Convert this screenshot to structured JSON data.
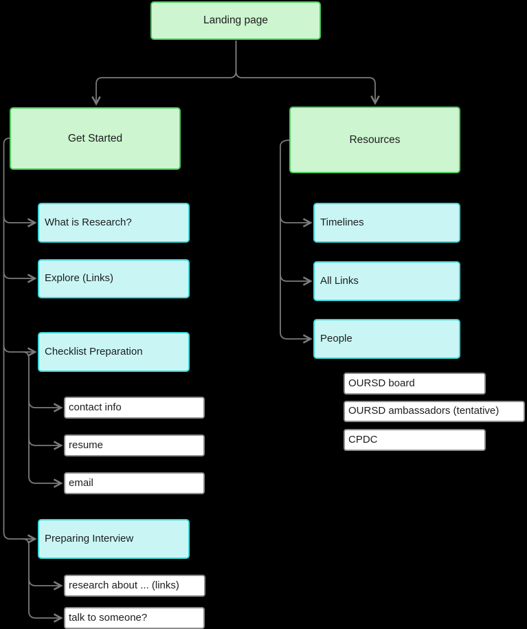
{
  "colors": {
    "background": "#000000",
    "green_fill": "#cdf5cf",
    "green_border": "#4ccb5e",
    "cyan_fill": "#c9f6f4",
    "cyan_border": "#3cd7d9",
    "white_fill": "#ffffff",
    "white_border": "#8c8c8c",
    "connector": "#7b7b7b",
    "text": "#1c1c1e"
  },
  "nodes": {
    "landing_page": {
      "label": "Landing page",
      "type": "green"
    },
    "get_started": {
      "label": "Get Started",
      "type": "green"
    },
    "resources": {
      "label": "Resources",
      "type": "green"
    },
    "what_is_research": {
      "label": "What is Research?",
      "type": "cyan"
    },
    "explore_links": {
      "label": "Explore (Links)",
      "type": "cyan"
    },
    "checklist_preparation": {
      "label": "Checklist Preparation",
      "type": "cyan"
    },
    "preparing_interview": {
      "label": "Preparing Interview",
      "type": "cyan"
    },
    "contact_info": {
      "label": "contact info",
      "type": "white"
    },
    "resume": {
      "label": "resume",
      "type": "white"
    },
    "email": {
      "label": "email",
      "type": "white"
    },
    "research_about": {
      "label": "research about ... (links)",
      "type": "white"
    },
    "talk_to_someone": {
      "label": "talk to someone?",
      "type": "white"
    },
    "timelines": {
      "label": "Timelines",
      "type": "cyan"
    },
    "all_links": {
      "label": "All Links",
      "type": "cyan"
    },
    "people": {
      "label": "People",
      "type": "cyan"
    },
    "oursd_board": {
      "label": "OURSD board",
      "type": "white"
    },
    "oursd_ambassadors": {
      "label": "OURSD ambassadors (tentative)",
      "type": "white"
    },
    "cpdc": {
      "label": "CPDC",
      "type": "white"
    }
  },
  "edges": [
    {
      "from": "landing_page",
      "to": "get_started"
    },
    {
      "from": "landing_page",
      "to": "resources"
    },
    {
      "from": "get_started",
      "to": "what_is_research"
    },
    {
      "from": "get_started",
      "to": "explore_links"
    },
    {
      "from": "get_started",
      "to": "checklist_preparation"
    },
    {
      "from": "get_started",
      "to": "preparing_interview"
    },
    {
      "from": "checklist_preparation",
      "to": "contact_info"
    },
    {
      "from": "checklist_preparation",
      "to": "resume"
    },
    {
      "from": "checklist_preparation",
      "to": "email"
    },
    {
      "from": "preparing_interview",
      "to": "research_about"
    },
    {
      "from": "preparing_interview",
      "to": "talk_to_someone"
    },
    {
      "from": "resources",
      "to": "timelines"
    },
    {
      "from": "resources",
      "to": "all_links"
    },
    {
      "from": "resources",
      "to": "people"
    }
  ]
}
